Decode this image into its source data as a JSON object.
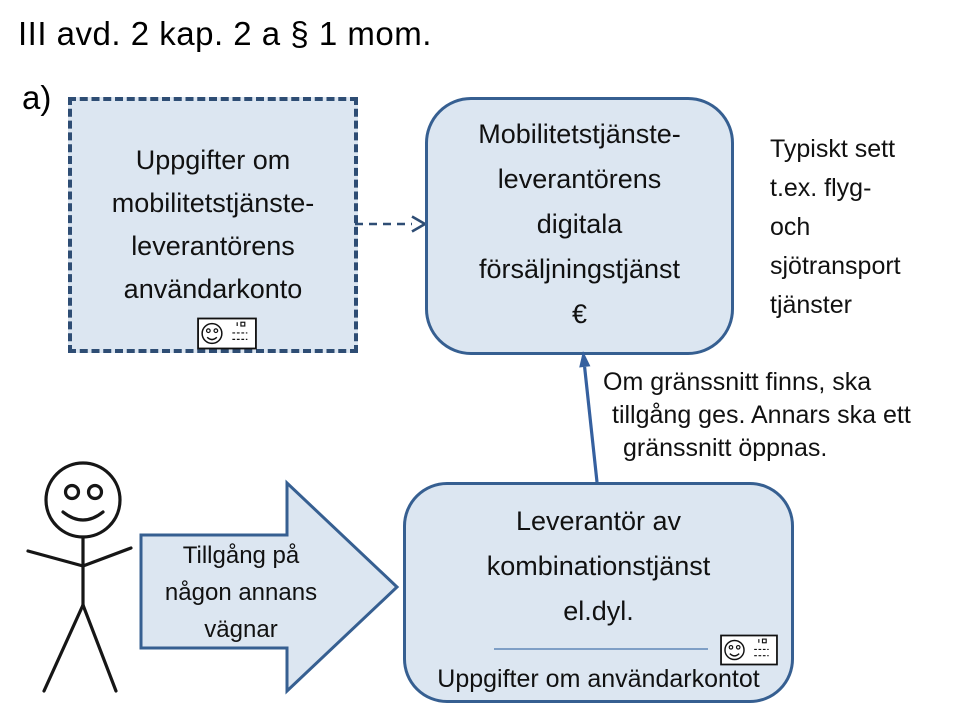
{
  "title": "III avd. 2 kap. 2 a § 1 mom.",
  "section_label": "a)",
  "colors": {
    "box_fill": "#dce6f1",
    "box_border": "#365f91",
    "dashed_border": "#2e4d74",
    "arrow_blue": "#35609f",
    "divider_blue": "#7f9fc6",
    "text": "#1a1a1a"
  },
  "boxes": {
    "user_account": {
      "lines": [
        "Uppgifter om",
        "mobilitetstjänste-",
        "leverantörens",
        "användarkonto"
      ],
      "icon": "id-card-smiley-icon"
    },
    "sales_service": {
      "lines": [
        "Mobilitetstjänste-",
        "leverantörens",
        "digitala",
        "försäljningstjänst",
        "€"
      ]
    },
    "combination_provider": {
      "lines": [
        "Leverantör av",
        "kombinationstjänst",
        "el.dyl."
      ],
      "footer": "Uppgifter om användarkontot",
      "icon": "id-card-smiley-icon"
    }
  },
  "block_arrow": {
    "lines": [
      "Tillgång på",
      "någon annans",
      "vägnar"
    ]
  },
  "notes": {
    "typical_services": {
      "lines": [
        "Typiskt sett",
        "t.ex. flyg-",
        "och",
        "sjötransport",
        "tjänster"
      ]
    },
    "interface_rule": {
      "lines": [
        "Om gränssnitt finns, ska",
        "tillgång ges. Annars ska ett",
        "gränssnitt öppnas."
      ]
    }
  }
}
